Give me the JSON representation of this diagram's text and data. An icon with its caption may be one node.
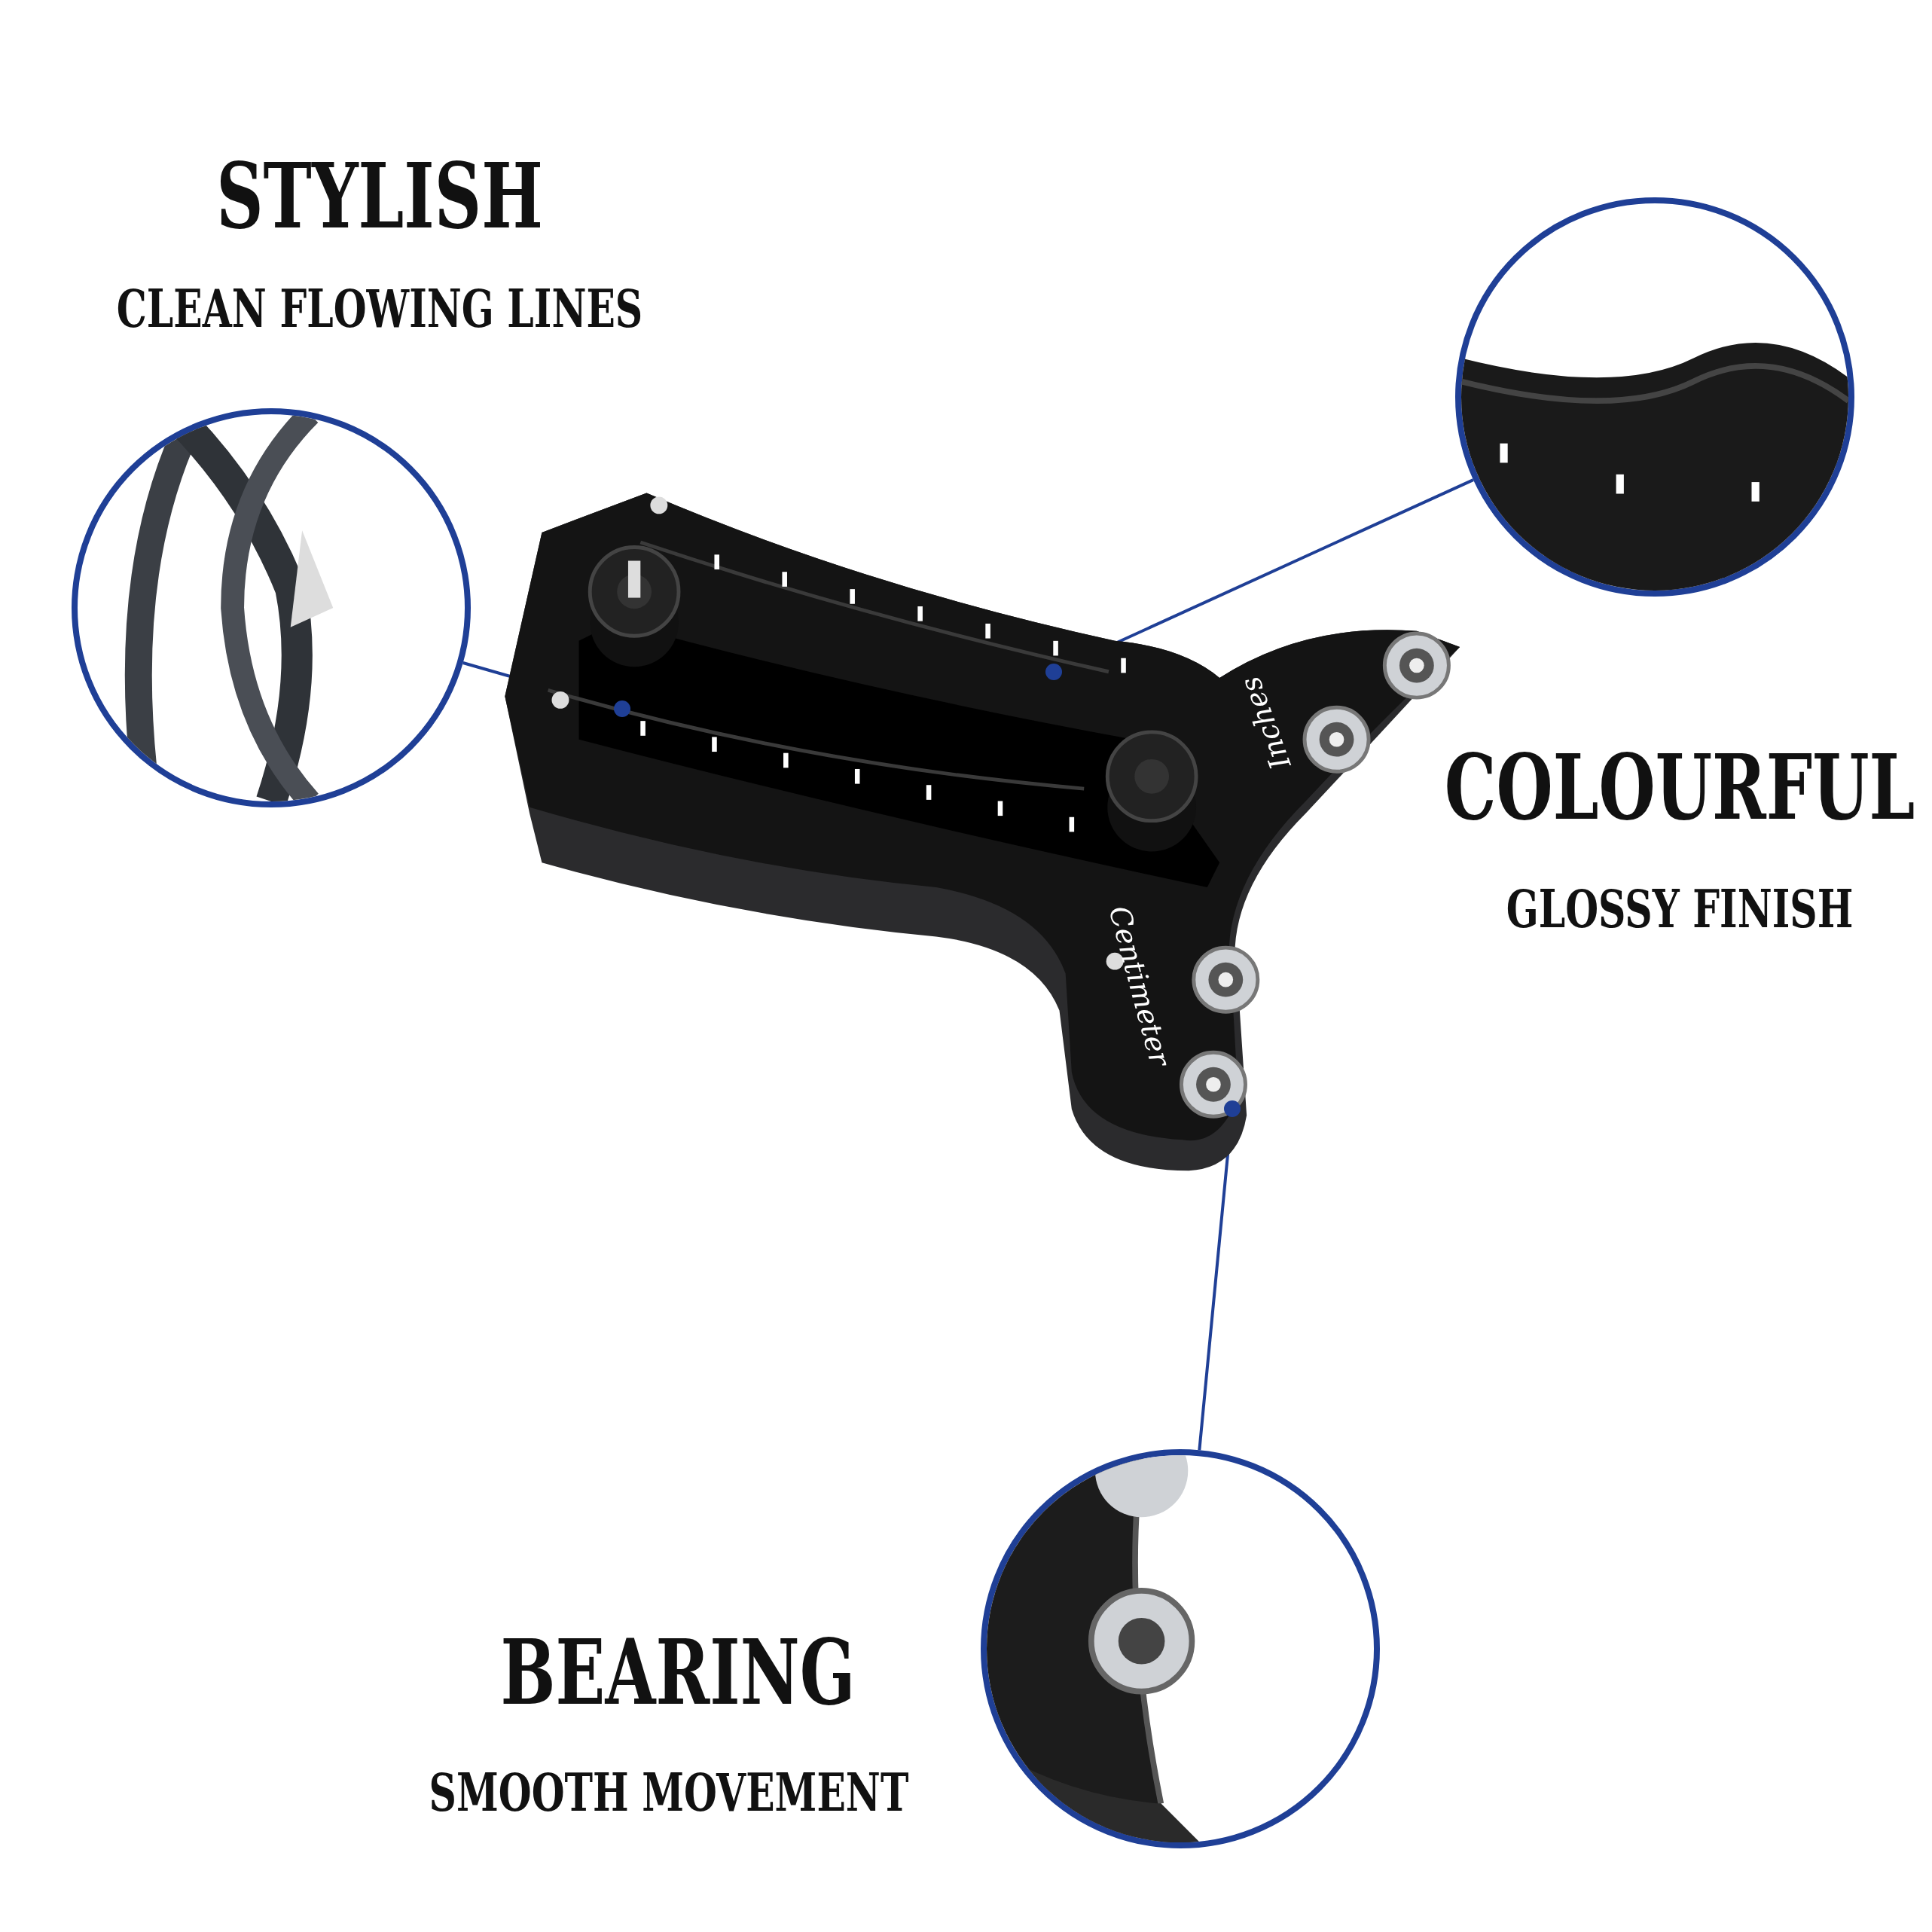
{
  "diagram": {
    "nodes": [
      {
        "text": [],
        "shape": "picture",
        "beside": [
          "STYLISH",
          "CLEAN FLOWING LINES"
        ]
      },
      {
        "text": [],
        "shape": "picture"
      },
      {
        "text": [],
        "shape": "picture"
      },
      {
        "text": [],
        "shape": "circle",
        "in": 2
      },
      {
        "text": [],
        "shape": "circle",
        "in": 2
      },
      {
        "text": [],
        "shape": "circle",
        "in": 2
      },
      {
        "text": [],
        "shape": "picture",
        "beside": [
          "BEARING",
          "SMOOTH MOVEMENT"
        ]
      }
    ],
    "edges": [
      {
        "from": 0,
        "to": 3,
        "arrow": "none"
      },
      {
        "from": 1,
        "to": 4,
        "arrow": "none"
      },
      {
        "from": 6,
        "to": 5,
        "arrow": "none"
      }
    ],
    "labels": [
      "COLOURFUL",
      "GLOSSY FINISH",
      "Inches",
      "Centimeter"
    ]
  }
}
